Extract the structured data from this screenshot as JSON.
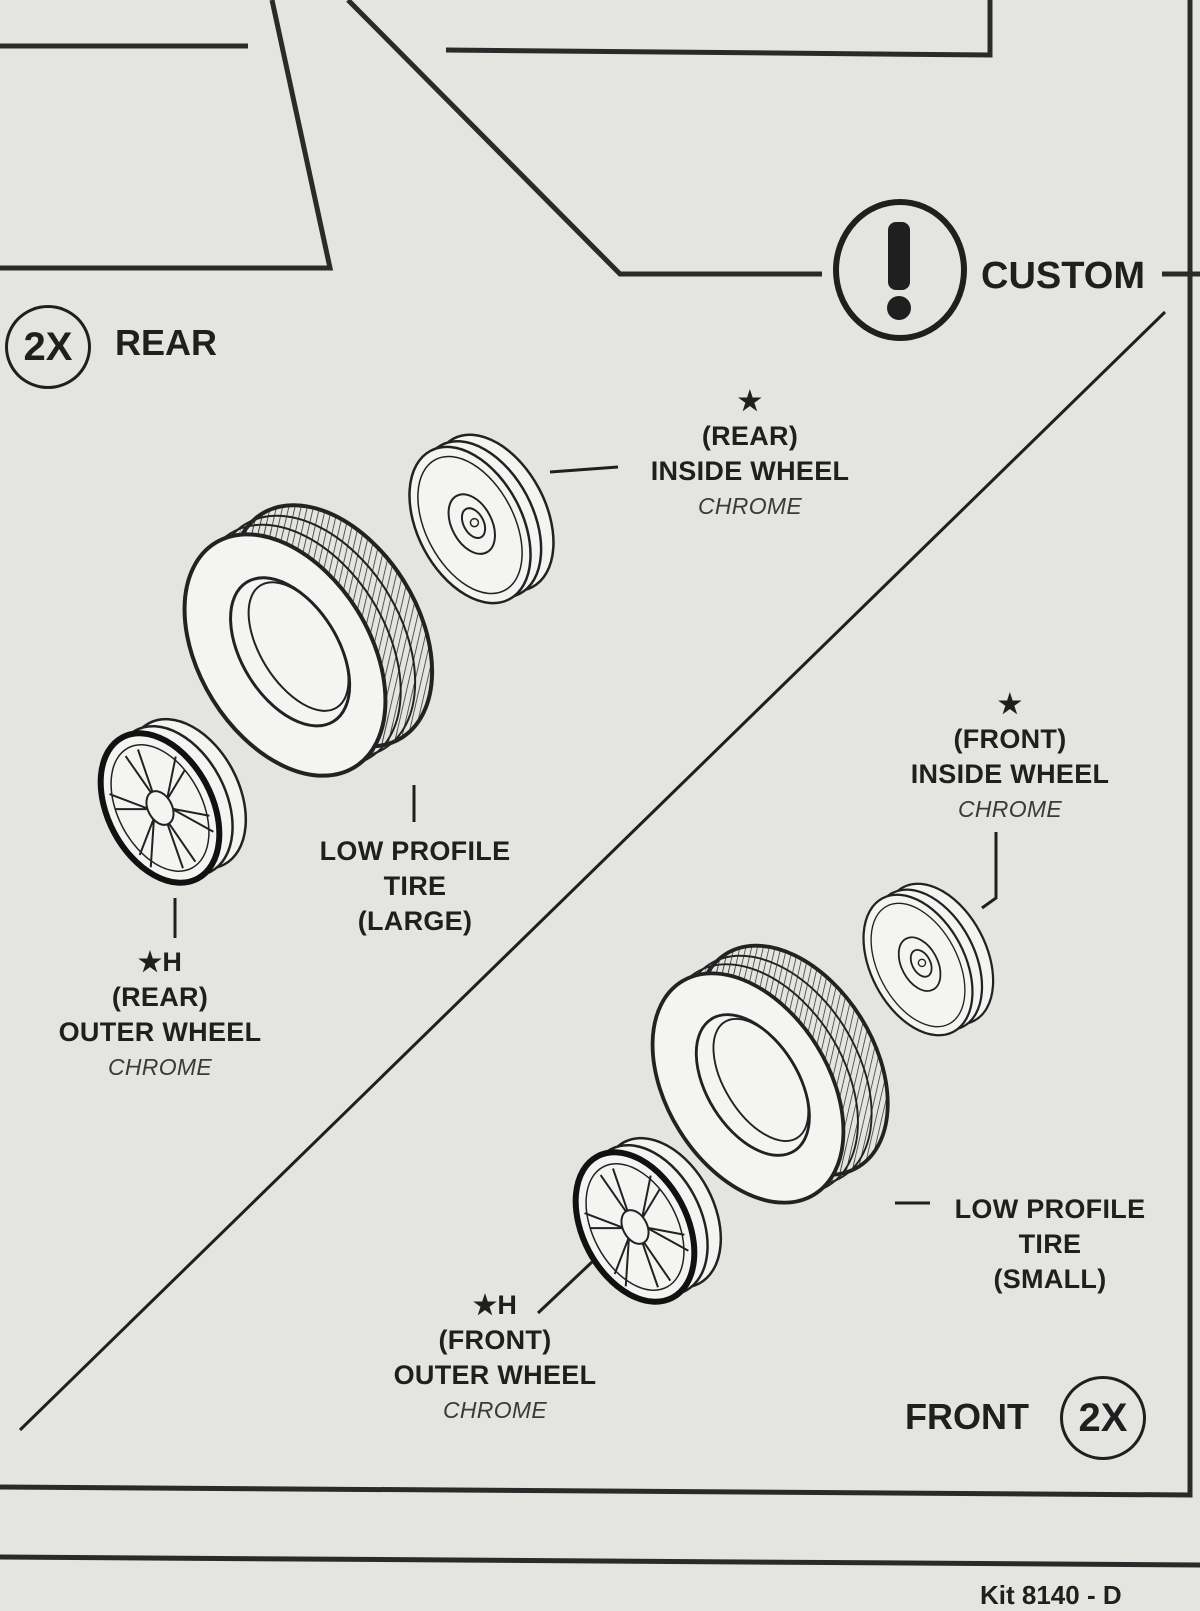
{
  "header": {
    "rear_count": "2X",
    "rear_title": "REAR",
    "custom_title": "CUSTOM",
    "front_title": "FRONT",
    "front_count": "2X"
  },
  "rear_parts": {
    "inside_wheel": {
      "marker": "★",
      "position": "(REAR)",
      "name": "INSIDE WHEEL",
      "finish": "CHROME"
    },
    "tire": {
      "line1": "LOW PROFILE",
      "line2": "TIRE",
      "line3": "(LARGE)"
    },
    "outer_wheel": {
      "marker": "★H",
      "position": "(REAR)",
      "name": "OUTER WHEEL",
      "finish": "CHROME"
    }
  },
  "front_parts": {
    "inside_wheel": {
      "marker": "★",
      "position": "(FRONT)",
      "name": "INSIDE WHEEL",
      "finish": "CHROME"
    },
    "tire": {
      "line1": "LOW PROFILE",
      "line2": "TIRE",
      "line3": "(SMALL)"
    },
    "outer_wheel": {
      "marker": "★H",
      "position": "(FRONT)",
      "name": "OUTER WHEEL",
      "finish": "CHROME"
    }
  },
  "footer": {
    "text": "Kit 8140 - D"
  },
  "icons": {
    "custom": "exclamation-circle-icon"
  },
  "colors": {
    "paper": "#e4e4e1",
    "ink": "#1f1f1f"
  }
}
